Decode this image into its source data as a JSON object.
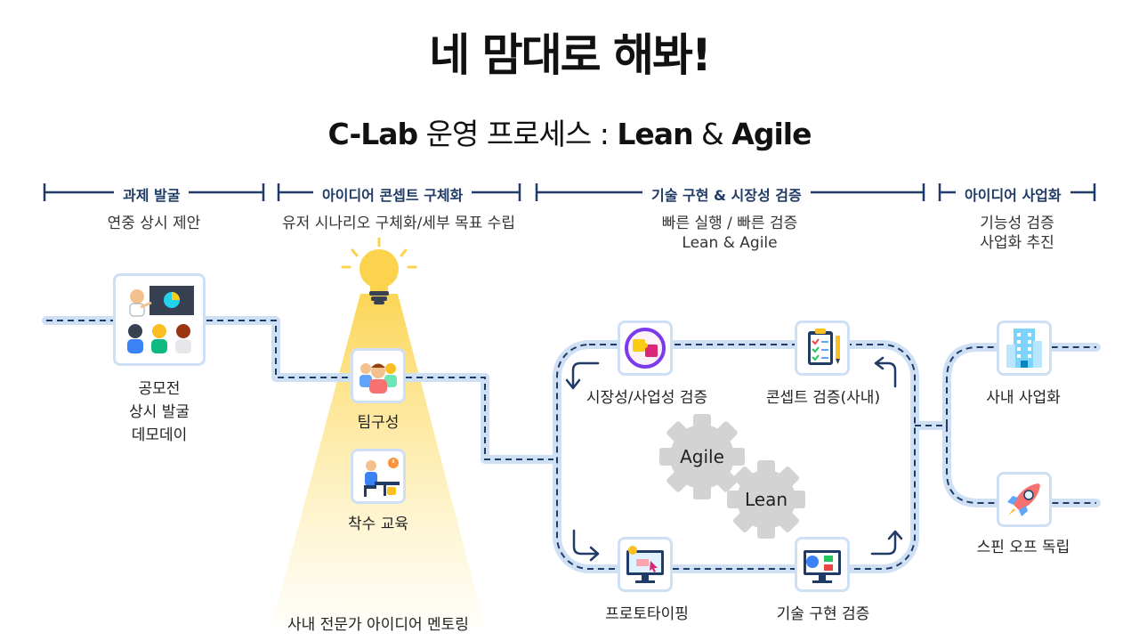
{
  "title": "네 맘대로 해봐!",
  "subtitle": {
    "brand": "C-Lab",
    "middle": " 운영 프로세스 : ",
    "method": "Lean",
    "amp": " & ",
    "method2": "Agile"
  },
  "phases": [
    {
      "label": "과제 발굴",
      "desc1": "연중 상시 제안",
      "desc2": ""
    },
    {
      "label": "아이디어 콘셉트 구체화",
      "desc1": "유저 시나리오 구체화/세부 목표 수립",
      "desc2": ""
    },
    {
      "label": "기술 구현 & 시장성 검증",
      "desc1": "빠른 실행 / 빠른 검증",
      "desc2": "Lean & Agile"
    },
    {
      "label": "아이디어 사업화",
      "desc1": "기능성 검증",
      "desc2": "사업화 추진"
    }
  ],
  "stage1": {
    "lines": [
      "공모전",
      "상시 발굴",
      "데모데이"
    ]
  },
  "stage2": {
    "team": "팀구성",
    "education": "착수 교육",
    "mentoring": "사내 전문가 아이디어 멘토링"
  },
  "stage3": {
    "market": "시장성/사업성 검증",
    "concept": "콘셉트 검증(사내)",
    "prototype": "프로토타이핑",
    "tech": "기술 구현 검증",
    "gear1": "Agile",
    "gear2": "Lean"
  },
  "stage4": {
    "inhouse": "사내 사업화",
    "spinoff": "스핀 오프 독립"
  },
  "colors": {
    "navy": "#1f3b66",
    "path": "#cfe0f4",
    "gear": "#d3d3d3",
    "bulb": "#fcd34d"
  }
}
